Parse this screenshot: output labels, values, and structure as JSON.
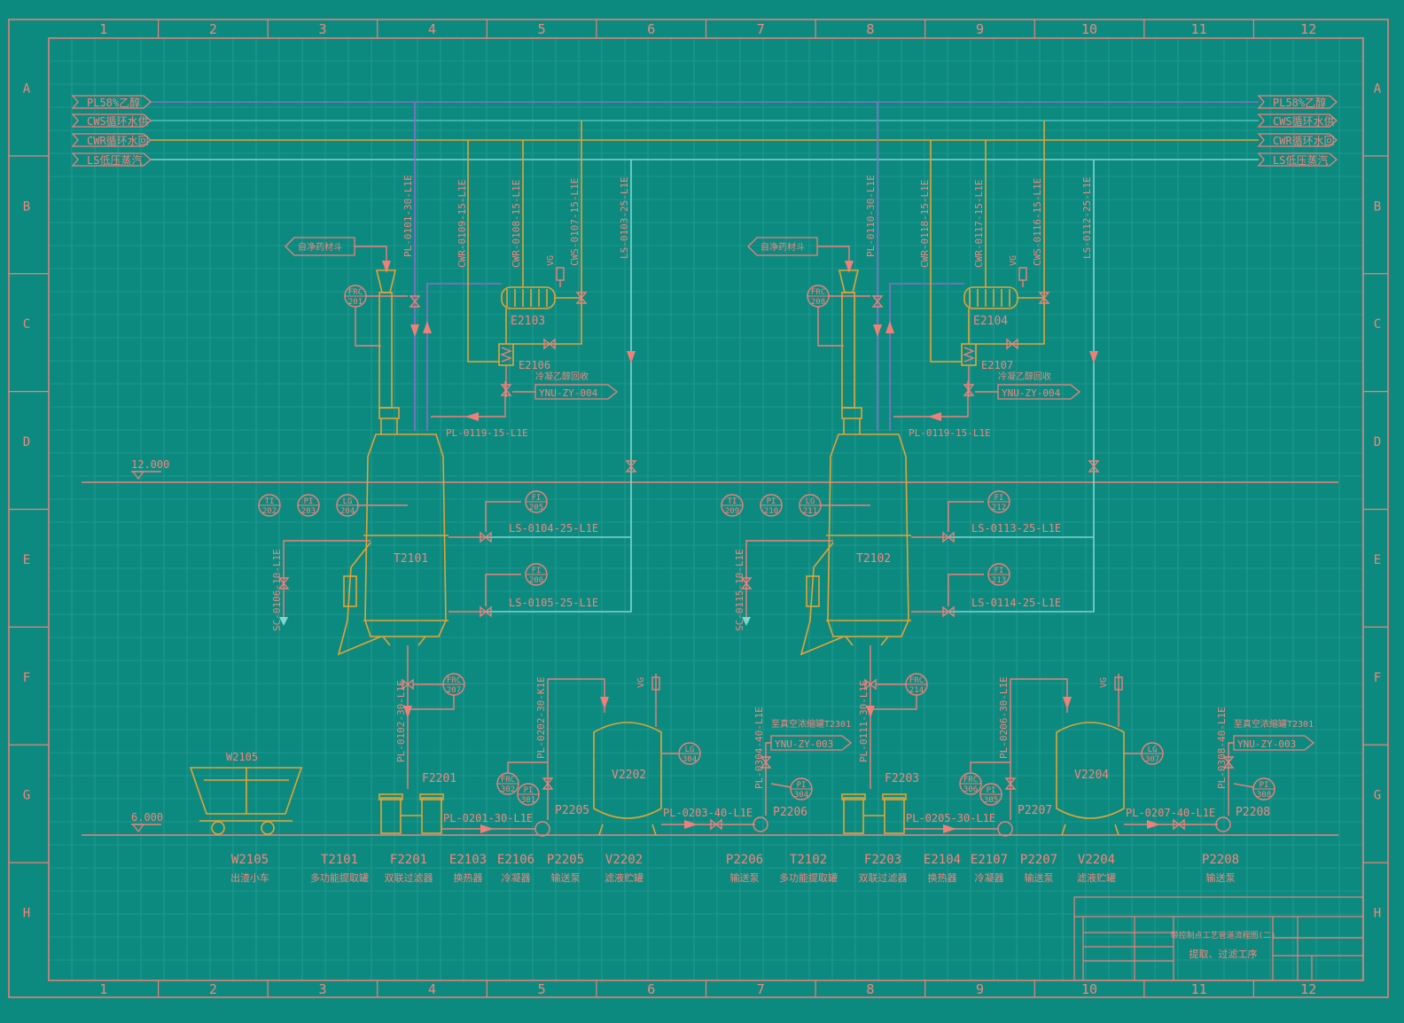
{
  "grid": {
    "cols": [
      "1",
      "2",
      "3",
      "4",
      "5",
      "6",
      "7",
      "8",
      "9",
      "10",
      "11",
      "12"
    ],
    "rows": [
      "A",
      "B",
      "C",
      "D",
      "E",
      "F",
      "G",
      "H"
    ]
  },
  "utility_lines": [
    {
      "label": "PL58%乙醇"
    },
    {
      "label": "CWS循环水供"
    },
    {
      "label": "CWR循环水回"
    },
    {
      "label": "LS低压蒸汽"
    }
  ],
  "elevations": {
    "upper": "12.000",
    "lower": "6.000"
  },
  "left_unit": {
    "feed_tag": "自净药材斗",
    "tank": "T2101",
    "condenser": "E2103",
    "cooler": "E2106",
    "filter": "F2201",
    "pump1": "P2205",
    "vessel": "V2202",
    "pump2": "P2206",
    "recover_label": "冷凝乙醇回收",
    "recover_tag": "YNU-ZY-004",
    "vg": "VG",
    "pipes": {
      "pl_top": "PL-0101-30-L1E",
      "cwr1": "CWR-0109-15-L1E",
      "cwr2": "CWR-0108-15-L1E",
      "cws": "CWS-0107-15-L1E",
      "ls_top": "LS-0103-25-L1E",
      "pl_return": "PL-0119-15-L1E",
      "ls1": "LS-0104-25-L1E",
      "ls2": "LS-0105-25-L1E",
      "sc": "SC-0106-10-L1E",
      "pl_bottom": "PL-0102-30-L1E",
      "pl_v": "PL-0202-30-K1E",
      "pl_filter": "PL-0201-30-L1E",
      "pl_pump": "PL-0203-40-L1E",
      "pl_out": "PL-0304-40-L1E"
    },
    "inst": [
      "FRC 201",
      "TI 202",
      "PI 203",
      "LG 204",
      "FI 205",
      "FI 206",
      "FRC 207",
      "LG 304",
      "FRC 302",
      "PI 301",
      "PI 304"
    ],
    "dest_label": "至真空浓缩罐T2301",
    "dest_tag": "YNU-ZY-003"
  },
  "right_unit": {
    "feed_tag": "自净药材斗",
    "tank": "T2102",
    "condenser": "E2104",
    "cooler": "E2107",
    "filter": "F2203",
    "pump1": "P2207",
    "vessel": "V2204",
    "pump2": "P2208",
    "recover_label": "冷凝乙醇回收",
    "recover_tag": "YNU-ZY-004",
    "vg": "VG",
    "pipes": {
      "pl_top": "PL-0110-30-L1E",
      "cwr1": "CWR-0118-15-L1E",
      "cwr2": "CWR-0117-15-L1E",
      "cws": "CWS-0116-15-L1E",
      "ls_top": "LS-0112-25-L1E",
      "pl_return": "PL-0119-15-L1E",
      "ls1": "LS-0113-25-L1E",
      "ls2": "LS-0114-25-L1E",
      "sc": "SC-0115-10-L1E",
      "pl_bottom": "PL-0111-30-L1E",
      "pl_v": "PL-0206-30-L1E",
      "pl_filter": "PL-0205-30-L1E",
      "pl_pump": "PL-0207-40-L1E",
      "pl_out": "PL-0308-40-L1E"
    },
    "inst": [
      "FRC 208",
      "TI 209",
      "PI 210",
      "LG 211",
      "FI 212",
      "FI 213",
      "FRC 214",
      "LG 307",
      "FRC 306",
      "PI 305",
      "PI 308"
    ],
    "dest_label": "至真空浓缩罐T2301",
    "dest_tag": "YNU-ZY-003"
  },
  "cart": "W2105",
  "legend": [
    {
      "tag": "W2105",
      "name": "出渣小车"
    },
    {
      "tag": "T2101",
      "name": "多功能提取罐"
    },
    {
      "tag": "F2201",
      "name": "双联过滤器"
    },
    {
      "tag": "E2103",
      "name": "换热器"
    },
    {
      "tag": "E2106",
      "name": "冷凝器"
    },
    {
      "tag": "P2205",
      "name": "输送泵"
    },
    {
      "tag": "V2202",
      "name": "滤液贮罐"
    },
    {
      "tag": "P2206",
      "name": "输送泵"
    },
    {
      "tag": "T2102",
      "name": "多功能提取罐"
    },
    {
      "tag": "F2203",
      "name": "双联过滤器"
    },
    {
      "tag": "E2104",
      "name": "换热器"
    },
    {
      "tag": "E2107",
      "name": "冷凝器"
    },
    {
      "tag": "P2207",
      "name": "输送泵"
    },
    {
      "tag": "V2204",
      "name": "滤液贮罐"
    },
    {
      "tag": "P2208",
      "name": "输送泵"
    }
  ],
  "title_block": {
    "title": "带控制点工艺管道流程图(二)",
    "subtitle": "提取、过滤工序"
  }
}
